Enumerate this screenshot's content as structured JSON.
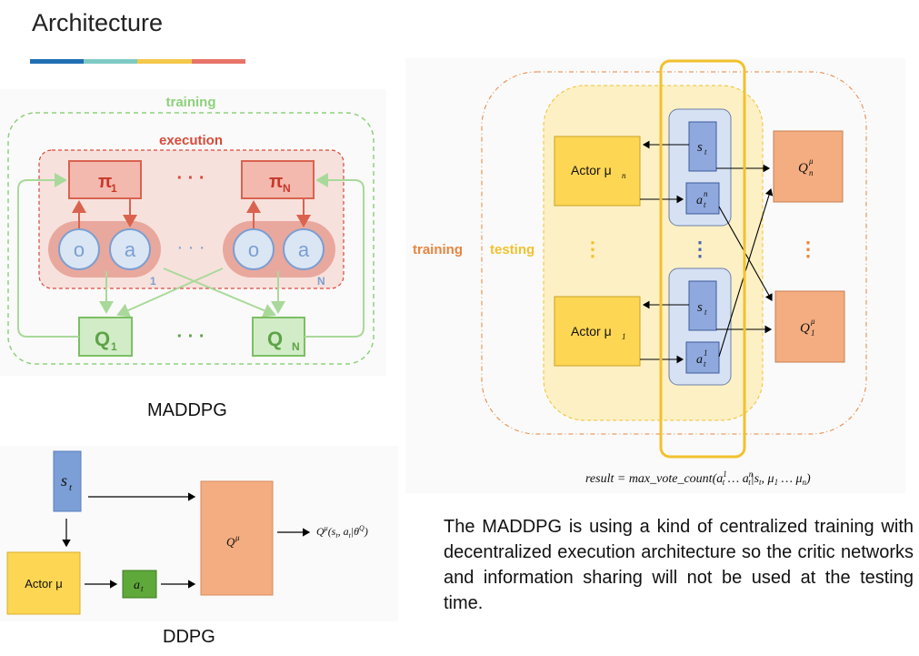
{
  "page": {
    "title": "Architecture",
    "title_bar_colors": [
      "#1f6fb2",
      "#7ecac3",
      "#f4c84a",
      "#e8736a"
    ],
    "paragraph": "The MADDPG is using a kind of centralized training with decentralized execution architecture so the critic networks and information sharing will not be used at the testing time."
  },
  "maddpg": {
    "caption": "MADDPG",
    "training_label": "training",
    "execution_label": "execution",
    "pi_symbol": "π",
    "pi_sub_1": "1",
    "pi_sub_n": "N",
    "dots": "· · ·",
    "obs_label": "o",
    "act_label": "a",
    "agent_index_1": "1",
    "agent_index_n": "N",
    "q_symbol": "Q",
    "q_sub_1": "1",
    "q_sub_n": "N",
    "colors": {
      "training": "#8fd17d",
      "execution": "#d94a3a",
      "policy_fill": "#f3b9ae",
      "agent_fill": "#e9a89d",
      "circle_fill": "#dbe6f4",
      "circle_stroke": "#7b9fd1",
      "q_fill": "#d3ecc8",
      "q_stroke": "#7cbf63"
    }
  },
  "ddpg": {
    "caption": "DDPG",
    "state_label": "s",
    "state_sub": "t",
    "actor_label": "Actor μ",
    "action_label": "a",
    "action_sub": "t",
    "q_label": "Q",
    "q_sup": "μ",
    "output_label": "Q",
    "output_sup": "μ",
    "output_args": "(s",
    "output_args_sub": "t",
    "output_args2": ", a",
    "output_args2_sub": "t",
    "output_args3": "|θ",
    "output_args3_sup": "Q",
    "output_close": ")"
  },
  "right_diagram": {
    "training_label": "training",
    "testing_label": "testing",
    "actor_top": "Actor μ",
    "actor_top_sub": "n",
    "actor_bottom": "Actor μ",
    "actor_bottom_sub": "1",
    "state_label": "s",
    "state_sub": "t",
    "action_label": "a",
    "action_sub": "t",
    "action_sup_top": "n",
    "action_sup_bottom": "1",
    "q_label": "Q",
    "q_sup": "μ",
    "q_sub_top": "n",
    "q_sub_bottom": "1",
    "vdots": "⋮",
    "formula": "result = max_vote_count(a",
    "formula_sup1": "1",
    "formula_sub1": "t",
    "formula_mid": " … a",
    "formula_sup2": "n",
    "formula_sub2": "t",
    "formula_mid2": "|s",
    "formula_sub3": "t",
    "formula_mid3": ", μ",
    "formula_sub4": "1",
    "formula_mid4": " … μ",
    "formula_sub5": "n",
    "formula_end": ")",
    "colors": {
      "training": "#e8843f",
      "testing": "#f2c12e",
      "actor_fill": "#fdd653",
      "q_fill": "#f4ad80",
      "state_fill": "#8fa9de",
      "state_group": "#d6e2f4"
    }
  }
}
